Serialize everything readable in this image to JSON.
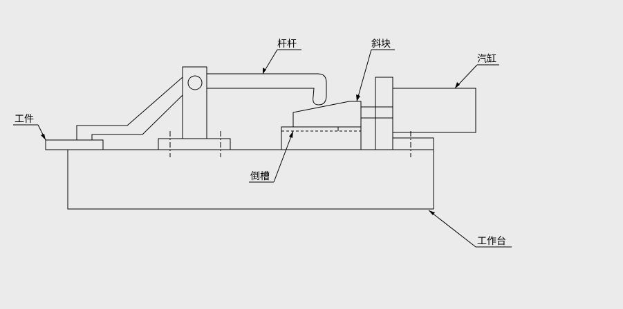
{
  "labels": {
    "lever": "杆杆",
    "wedge": "斜块",
    "cylinder": "汽缸",
    "workpiece": "工件",
    "chamfer_groove": "倒槽",
    "worktable": "工作台"
  }
}
